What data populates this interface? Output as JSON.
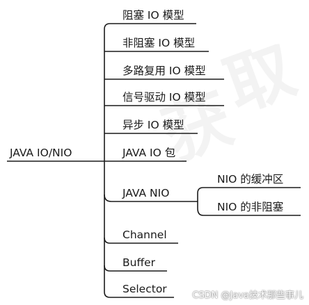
{
  "root": {
    "label": "JAVA IO/NIO"
  },
  "branches": [
    {
      "label": "阻塞 IO 模型"
    },
    {
      "label": "非阻塞 IO 模型"
    },
    {
      "label": "多路复用 IO 模型"
    },
    {
      "label": "信号驱动 IO 模型"
    },
    {
      "label": "异步 IO 模型"
    },
    {
      "label": "JAVA IO 包"
    },
    {
      "label": "JAVA NIO",
      "children": [
        {
          "label": "NIO 的缓冲区"
        },
        {
          "label": "NIO 的非阻塞"
        }
      ]
    },
    {
      "label": "Channel"
    },
    {
      "label": "Buffer"
    },
    {
      "label": "Selector"
    }
  ],
  "watermark": {
    "text": "CSDN @Java技术那些事儿"
  },
  "colors": {
    "line": "#1a1a1a",
    "text": "#1a1a1a",
    "background": "#ffffff"
  }
}
